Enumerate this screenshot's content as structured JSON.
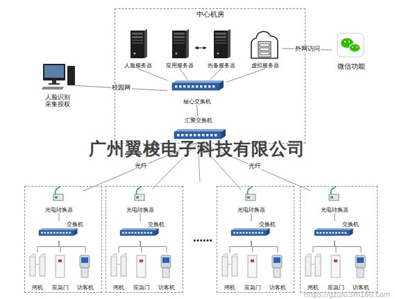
{
  "diagram": {
    "nodes": [
      {
        "text": [
          "中心机房"
        ]
      },
      {
        "text": [
          "人脸服务器"
        ],
        "in": 0
      },
      {
        "text": [
          "应用服务器"
        ],
        "in": 0
      },
      {
        "text": [
          "热备服务器"
        ],
        "in": 0
      },
      {
        "text": [
          "虚拟服务器"
        ],
        "in": 0
      },
      {
        "text": [
          "核心交换机"
        ],
        "in": 0
      },
      {
        "text": [
          "汇聚交换机"
        ],
        "in": 0
      },
      {
        "text": [
          "微信功能"
        ]
      },
      {
        "text": [
          "人脸识别 采集授权"
        ]
      },
      {
        "text": []
      },
      {
        "text": [
          "光电转换器"
        ],
        "in": 9
      },
      {
        "text": [
          "交换机"
        ],
        "in": 9
      },
      {
        "text": [
          "闸机"
        ],
        "in": 9
      },
      {
        "text": [
          "应急门"
        ],
        "in": 9
      },
      {
        "text": [
          "访客机"
        ],
        "in": 9
      },
      {
        "text": []
      },
      {
        "text": [
          "光电转换器"
        ],
        "in": 15
      },
      {
        "text": [
          "交换机"
        ],
        "in": 15
      },
      {
        "text": [
          "闸机"
        ],
        "in": 15
      },
      {
        "text": [
          "应急门"
        ],
        "in": 15
      },
      {
        "text": [
          "访客机"
        ],
        "in": 15
      },
      {
        "text": []
      },
      {
        "text": [
          "光电转换器"
        ],
        "in": 21
      },
      {
        "text": [
          "交换机"
        ],
        "in": 21
      },
      {
        "text": [
          "闸机"
        ],
        "in": 21
      },
      {
        "text": [
          "应急门"
        ],
        "in": 21
      },
      {
        "text": [
          "访客机"
        ],
        "in": 21
      },
      {
        "text": []
      },
      {
        "text": [
          "光电转换器"
        ],
        "in": 27
      },
      {
        "text": [
          "交换机"
        ],
        "in": 27
      },
      {
        "text": [
          "闸机"
        ],
        "in": 27
      },
      {
        "text": [
          "应急门"
        ],
        "in": 27
      },
      {
        "text": [
          "访客机"
        ],
        "in": 27
      }
    ],
    "edges": [
      {
        "from": 1,
        "to": 5,
        "arrow": "none"
      },
      {
        "from": 2,
        "to": 5,
        "arrow": "none"
      },
      {
        "from": 3,
        "to": 5,
        "arrow": "none"
      },
      {
        "from": 4,
        "to": 5,
        "arrow": "none"
      },
      {
        "from": 2,
        "to": 3,
        "arrow": "both"
      },
      {
        "from": 4,
        "to": 7,
        "label": "外网访问",
        "arrow": "none"
      },
      {
        "from": 8,
        "to": 5,
        "label": "校园网",
        "arrow": "none"
      },
      {
        "from": 5,
        "to": 6,
        "arrow": "none"
      },
      {
        "from": 6,
        "to": 10,
        "label": "光纤",
        "arrow": "none"
      },
      {
        "from": 6,
        "to": 16,
        "arrow": "none"
      },
      {
        "from": 6,
        "to": 22,
        "arrow": "none"
      },
      {
        "from": 6,
        "to": 28,
        "label": "光纤",
        "arrow": "none"
      },
      {
        "from": 10,
        "to": 11,
        "arrow": "none"
      },
      {
        "from": 11,
        "to": 12,
        "arrow": "none"
      },
      {
        "from": 11,
        "to": 13,
        "arrow": "none"
      },
      {
        "from": 11,
        "to": 14,
        "arrow": "none"
      },
      {
        "from": 16,
        "to": 17,
        "arrow": "none"
      },
      {
        "from": 17,
        "to": 18,
        "arrow": "none"
      },
      {
        "from": 17,
        "to": 19,
        "arrow": "none"
      },
      {
        "from": 17,
        "to": 20,
        "arrow": "none"
      },
      {
        "from": 22,
        "to": 23,
        "arrow": "none"
      },
      {
        "from": 23,
        "to": 24,
        "arrow": "none"
      },
      {
        "from": 23,
        "to": 25,
        "arrow": "none"
      },
      {
        "from": 23,
        "to": 26,
        "arrow": "none"
      },
      {
        "from": 28,
        "to": 29,
        "arrow": "none"
      },
      {
        "from": 29,
        "to": 30,
        "arrow": "none"
      },
      {
        "from": 29,
        "to": 31,
        "arrow": "none"
      },
      {
        "from": 29,
        "to": 32,
        "arrow": "none"
      }
    ],
    "labels": [
      "广州翼梭电子科技有限公司",
      "……",
      "https://gzuiu.sm160.com"
    ]
  }
}
